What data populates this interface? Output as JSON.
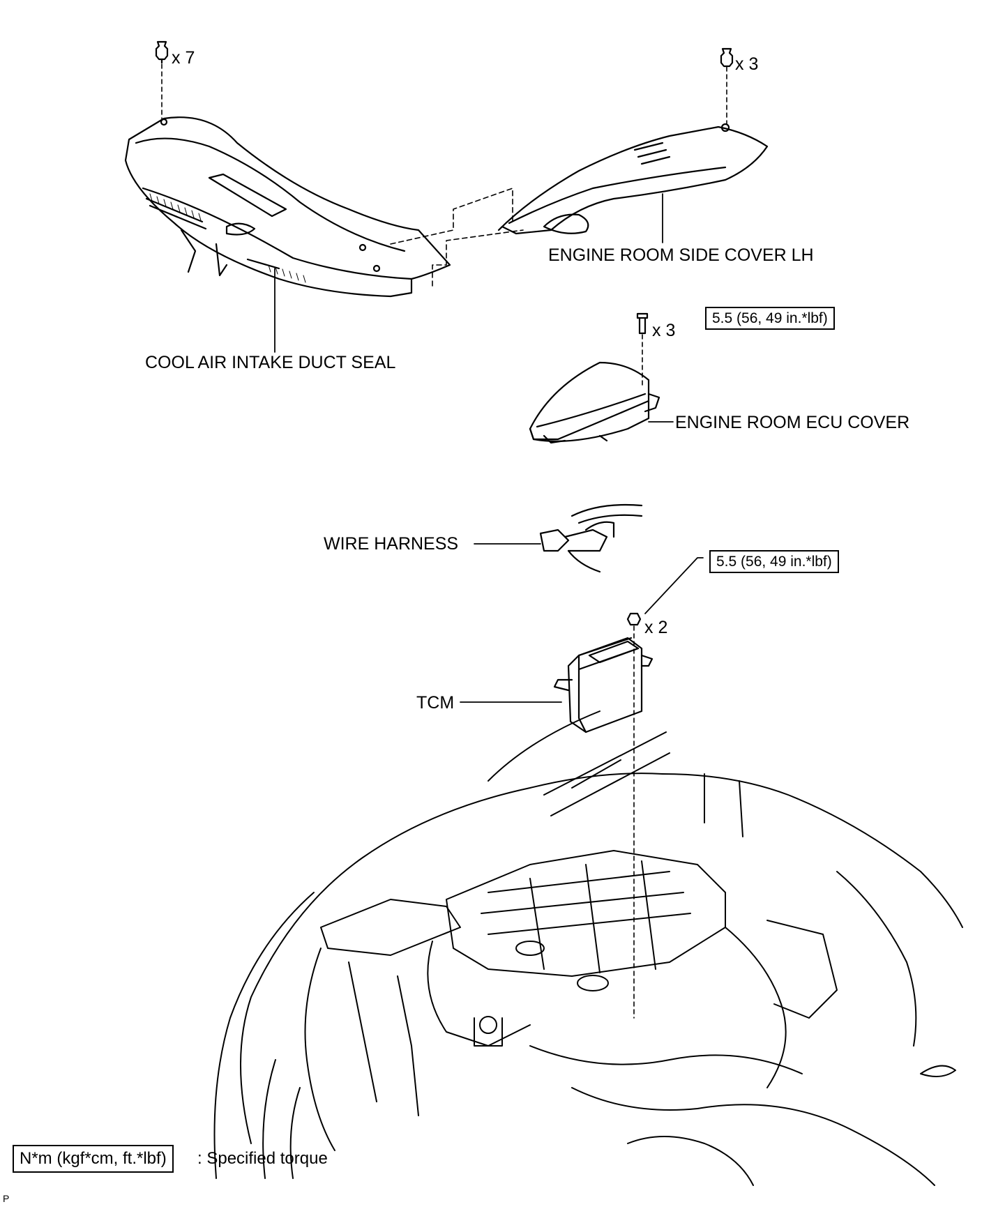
{
  "labels": {
    "cool_air_intake_duct_seal": "COOL AIR INTAKE DUCT SEAL",
    "engine_room_side_cover_lh": "ENGINE ROOM SIDE COVER LH",
    "engine_room_ecu_cover": "ENGINE ROOM ECU COVER",
    "wire_harness": "WIRE HARNESS",
    "tcm": "TCM"
  },
  "quantities": {
    "duct_seal_clips": "x 7",
    "side_cover_clips": "x 3",
    "ecu_cover_bolts": "x 3",
    "tcm_nuts": "x 2"
  },
  "torque": {
    "ecu_cover_bolts": "5.5 (56, 49 in.*lbf)",
    "tcm_nuts": "5.5 (56, 49 in.*lbf)"
  },
  "legend": {
    "unit": "N*m (kgf*cm, ft.*lbf)",
    "description": ": Specified torque"
  },
  "corner_mark": "P"
}
